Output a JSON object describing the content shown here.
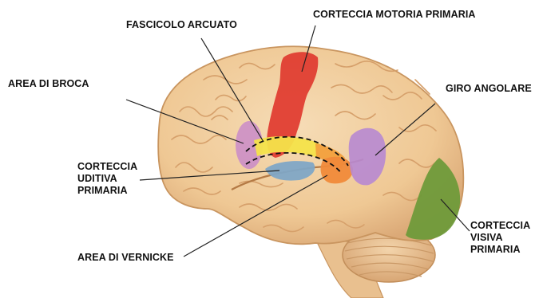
{
  "labels": {
    "fascicolo_arcuato": "FASCICOLO ARCUATO",
    "corteccia_motoria": "CORTECCIA MOTORIA PRIMARIA",
    "area_broca": "AREA DI BROCA",
    "giro_angolare": "GIRO ANGOLARE",
    "corteccia_uditiva": [
      "CORTECCIA",
      "UDITIVA",
      "PRIMARIA"
    ],
    "area_wernicke": "AREA DI VERNICKE",
    "corteccia_visiva": [
      "CORTECCIA",
      "VISIVA",
      "PRIMARIA"
    ]
  },
  "colors": {
    "brain": "#f1cda0",
    "brain_shadow": "#d9a974",
    "cerebellum": "#eec79a",
    "motor_cortex": "#e0392f",
    "broca": "#c98bc9",
    "arcuate_yellow": "#f4e34a",
    "arcuate_orange": "#f2a03c",
    "auditory": "#7fa7c6",
    "wernicke": "#f08a3a",
    "angular_gyrus": "#b788d2",
    "visual_cortex": "#6f9a3a",
    "leader_lines": "#222222"
  },
  "icons": [
    "brain-illustration"
  ]
}
